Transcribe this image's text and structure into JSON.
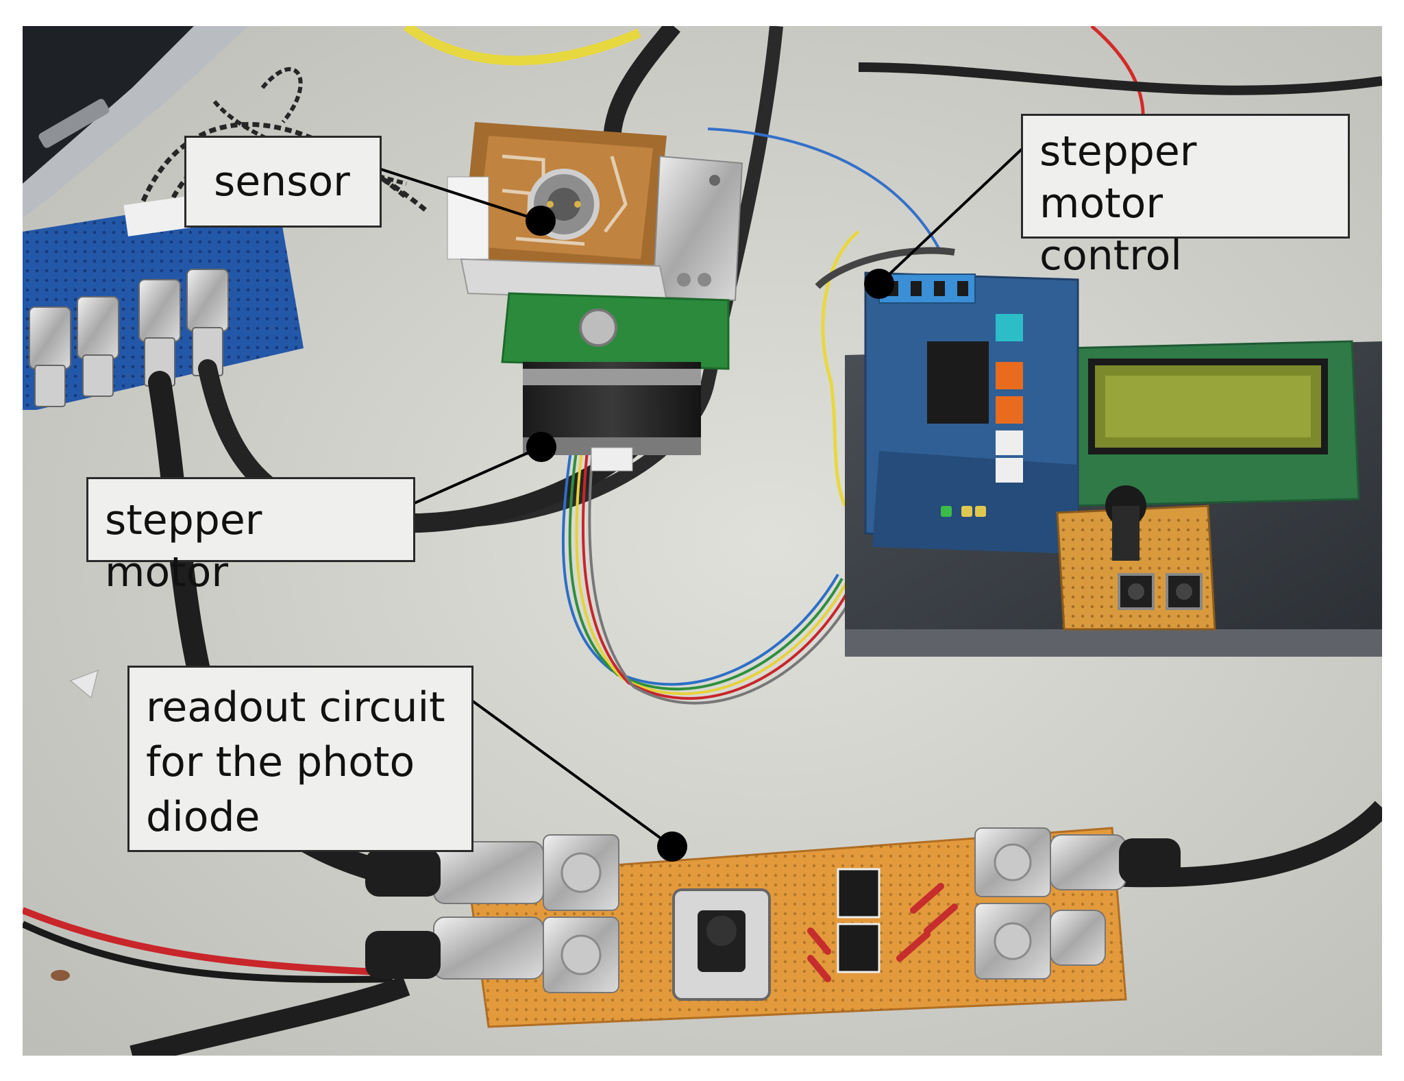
{
  "figure": {
    "labels": {
      "sensor": "sensor",
      "stepper_motor": "stepper motor",
      "stepper_motor_control": "stepper motor\ncontrol",
      "readout_circuit": "readout circuit\nfor the photo\ndiode"
    },
    "colors": {
      "desk": "#cfcfca",
      "wire_black": "#1c1c1c",
      "wire_red": "#c8262a",
      "wire_yellow": "#e6d23a",
      "wire_blue": "#2c6fc6",
      "wire_green": "#2f8f3c",
      "pcb_blue": "#2f5f95",
      "protoboard_orange": "#e39a3c",
      "lcd_green": "#8a9b3a",
      "label_box_bg": "#efefed",
      "label_border": "#2a2a2a"
    }
  }
}
